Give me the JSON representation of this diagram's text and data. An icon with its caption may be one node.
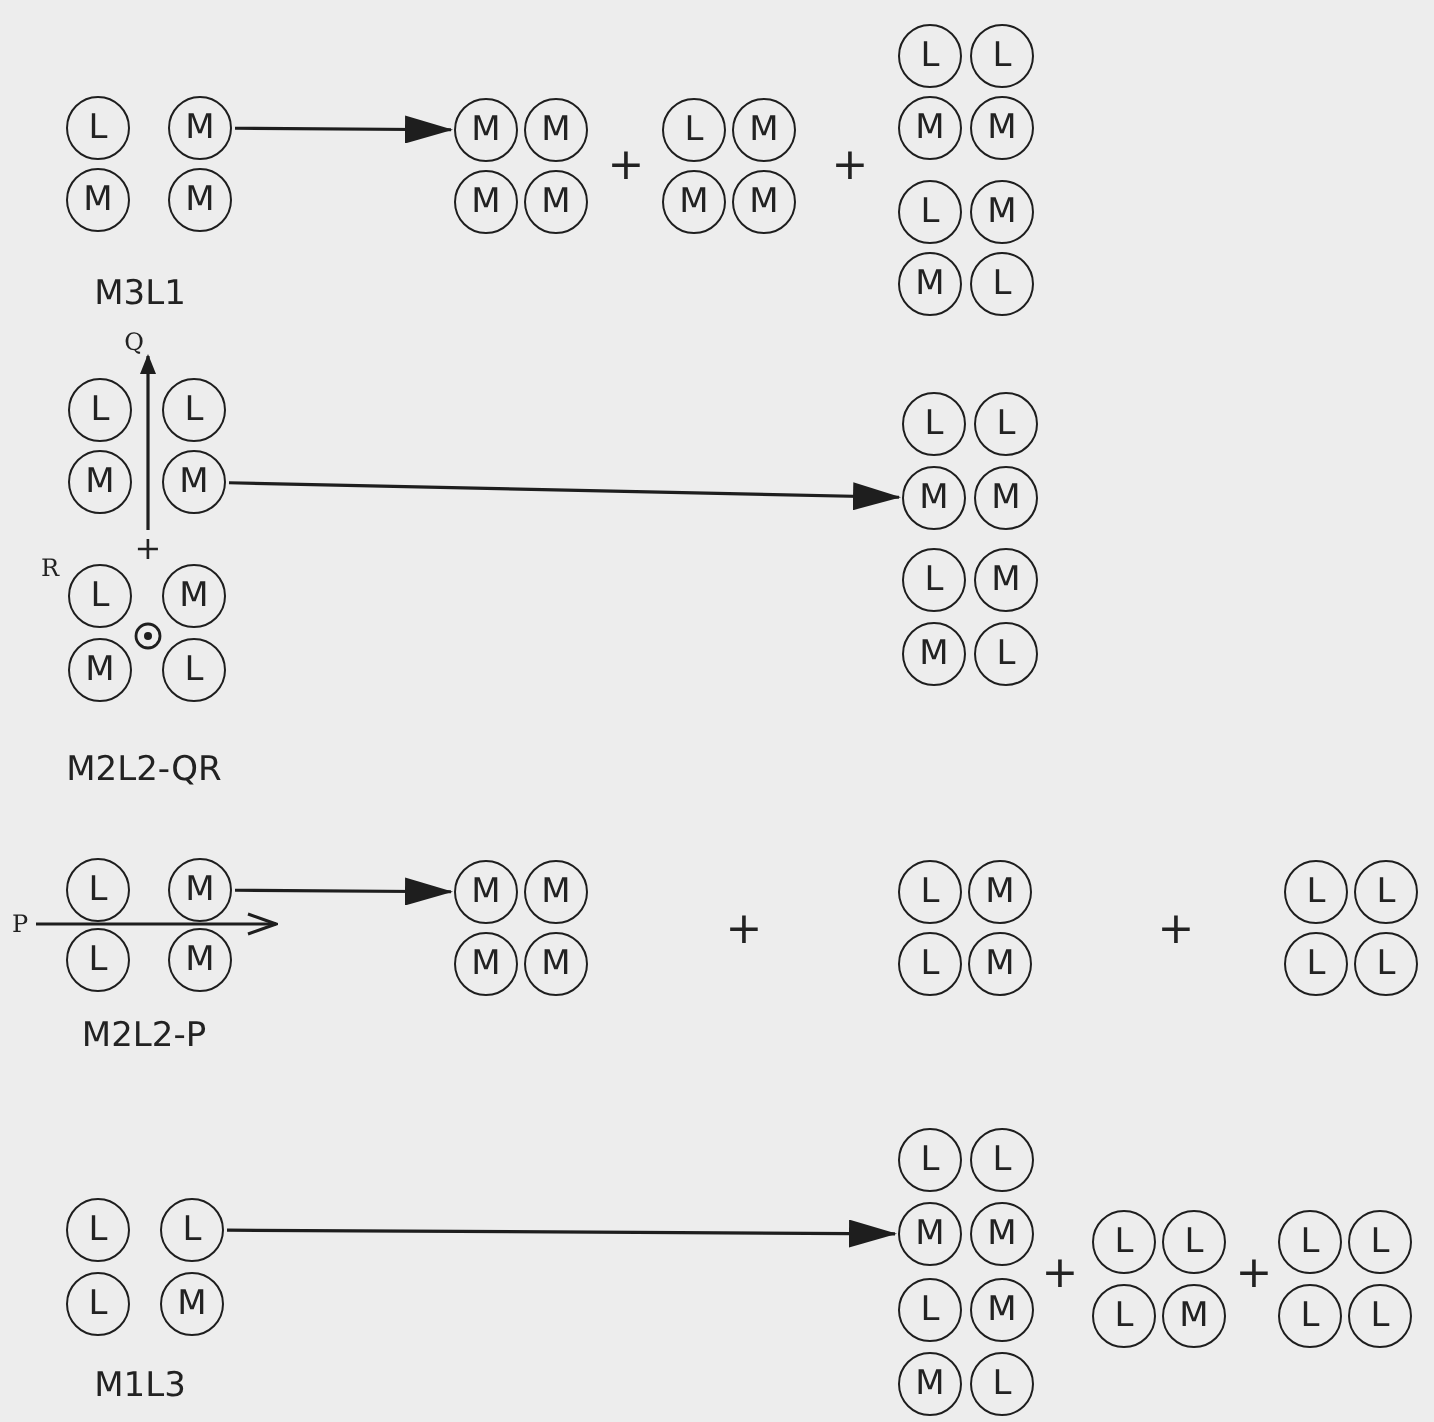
{
  "diagram": {
    "nodes": [
      {
        "text": [
          "L"
        ]
      },
      {
        "text": [
          "M"
        ]
      },
      {
        "text": [
          "M"
        ]
      },
      {
        "text": [
          "M"
        ]
      },
      {
        "text": [
          "M"
        ]
      },
      {
        "text": [
          "M"
        ]
      },
      {
        "text": [
          "M"
        ]
      },
      {
        "text": [
          "M"
        ]
      },
      {
        "text": [
          "L"
        ]
      },
      {
        "text": [
          "M"
        ]
      },
      {
        "text": [
          "M"
        ]
      },
      {
        "text": [
          "M"
        ]
      },
      {
        "text": [
          "L"
        ]
      },
      {
        "text": [
          "L"
        ]
      },
      {
        "text": [
          "M"
        ]
      },
      {
        "text": [
          "M"
        ]
      },
      {
        "text": [
          "L"
        ]
      },
      {
        "text": [
          "M"
        ]
      },
      {
        "text": [
          "M"
        ]
      },
      {
        "text": [
          "L"
        ]
      },
      {
        "text": [
          "L"
        ]
      },
      {
        "text": [
          "L"
        ]
      },
      {
        "text": [
          "M"
        ]
      },
      {
        "text": [
          "M"
        ]
      },
      {
        "text": [
          "L"
        ]
      },
      {
        "text": [
          "M"
        ]
      },
      {
        "text": [
          "M"
        ]
      },
      {
        "text": [
          "L"
        ]
      },
      {
        "text": [
          "L"
        ]
      },
      {
        "text": [
          "L"
        ]
      },
      {
        "text": [
          "M"
        ]
      },
      {
        "text": [
          "M"
        ]
      },
      {
        "text": [
          "L"
        ]
      },
      {
        "text": [
          "M"
        ]
      },
      {
        "text": [
          "M"
        ]
      },
      {
        "text": [
          "L"
        ]
      },
      {
        "text": [
          "L"
        ]
      },
      {
        "text": [
          "M"
        ]
      },
      {
        "text": [
          "L"
        ]
      },
      {
        "text": [
          "M"
        ]
      },
      {
        "text": [
          "M"
        ]
      },
      {
        "text": [
          "M"
        ]
      },
      {
        "text": [
          "M"
        ]
      },
      {
        "text": [
          "M"
        ]
      },
      {
        "text": [
          "L"
        ]
      },
      {
        "text": [
          "M"
        ]
      },
      {
        "text": [
          "L"
        ]
      },
      {
        "text": [
          "M"
        ]
      },
      {
        "text": [
          "L"
        ]
      },
      {
        "text": [
          "L"
        ]
      },
      {
        "text": [
          "L"
        ]
      },
      {
        "text": [
          "L"
        ]
      },
      {
        "text": [
          "L"
        ]
      },
      {
        "text": [
          "L"
        ]
      },
      {
        "text": [
          "L"
        ]
      },
      {
        "text": [
          "M"
        ]
      },
      {
        "text": [
          "L"
        ]
      },
      {
        "text": [
          "L"
        ]
      },
      {
        "text": [
          "M"
        ]
      },
      {
        "text": [
          "M"
        ]
      },
      {
        "text": [
          "L"
        ]
      },
      {
        "text": [
          "M"
        ]
      },
      {
        "text": [
          "M"
        ]
      },
      {
        "text": [
          "L"
        ]
      },
      {
        "text": [
          "L"
        ]
      },
      {
        "text": [
          "L"
        ]
      },
      {
        "text": [
          "L"
        ]
      },
      {
        "text": [
          "M"
        ]
      },
      {
        "text": [
          "L"
        ]
      },
      {
        "text": [
          "L"
        ]
      },
      {
        "text": [
          "L"
        ]
      },
      {
        "text": [
          "L"
        ]
      },
      {
        "text": [
          "Q"
        ]
      },
      {
        "text": [
          "P"
        ]
      }
    ],
    "edges": [
      {
        "from": 1,
        "to": 4,
        "arrow": "to"
      },
      {
        "from": 23,
        "to": 30,
        "arrow": "to"
      },
      {
        "from": 37,
        "to": 40,
        "arrow": "to"
      },
      {
        "from": 53,
        "to": 58,
        "arrow": "to"
      },
      {
        "from": 22,
        "to": 72,
        "arrow": "to"
      },
      {
        "from": 73,
        "to": 37,
        "arrow": "to"
      }
    ],
    "labels": [
      "+",
      "+",
      "M3L1",
      "+",
      "R",
      "M2L2-QR",
      "+",
      "+",
      "M2L2-P",
      "+",
      "+",
      "M1L3"
    ]
  }
}
